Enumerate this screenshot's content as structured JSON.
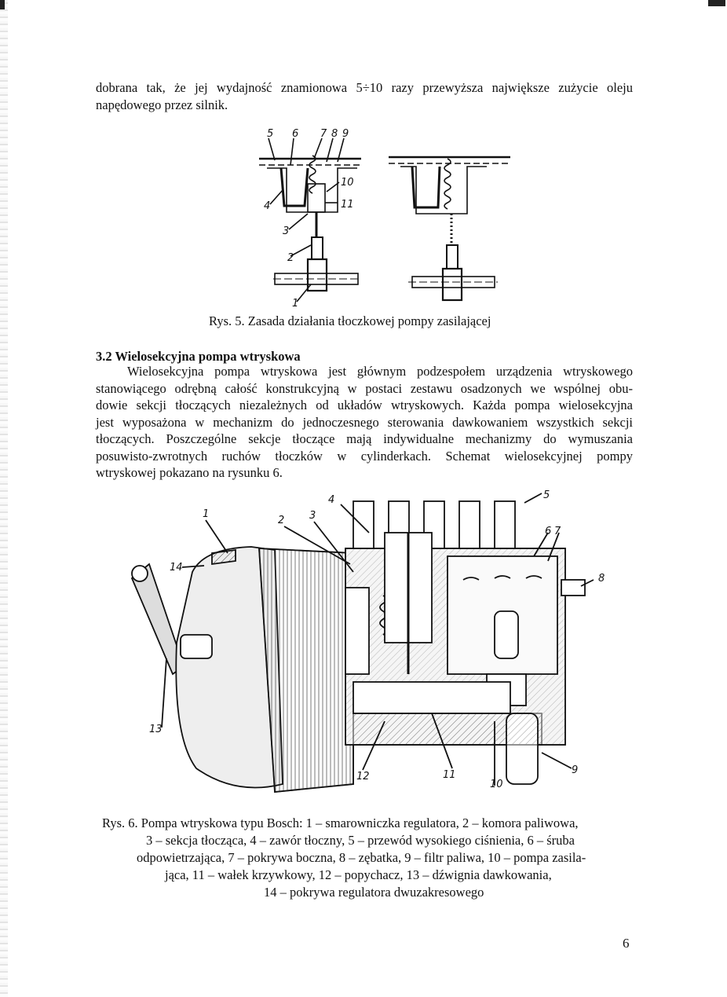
{
  "intro_lines": [
    "dobrana tak, że jej wydajność znamionowa 5÷10 razy przewyższa największe zużycie oleju",
    "napędowego przez silnik."
  ],
  "figure5": {
    "labels": [
      "5",
      "6",
      "7",
      "8",
      "9",
      "10",
      "11",
      "4",
      "3",
      "2",
      "1"
    ],
    "caption": "Rys. 5. Zasada działania tłoczkowej pompy zasilającej"
  },
  "section": {
    "heading": "3.2 Wielosekcyjna pompa wtryskowa",
    "lines": [
      "Wielosekcyjna pompa wtryskowa jest głównym podzespołem urządzenia wtryskowego",
      "stanowiącego odrębną całość konstrukcyjną w postaci zestawu osadzonych we wspólnej obu-",
      "dowie sekcji tłoczących niezależnych od układów wtryskowych. Każda pompa wielosekcyjna",
      "jest wyposażona w mechanizm do jednoczesnego sterowania dawkowaniem wszystkich sekcji",
      "tłoczących. Poszczególne sekcje tłoczące mają indywidualne mechanizmy do wymuszania",
      "posuwisto-zwrotnych ruchów tłoczków w cylinderkach. Schemat wielosekcyjnej pompy",
      "wtryskowej pokazano na rysunku 6."
    ]
  },
  "figure6": {
    "labels": [
      "1",
      "2",
      "3",
      "4",
      "5",
      "6",
      "7",
      "8",
      "9",
      "10",
      "11",
      "12",
      "13",
      "14"
    ],
    "caption_lines": [
      "Rys. 6. Pompa wtryskowa typu Bosch: 1 – smarowniczka regulatora, 2 – komora paliwowa,",
      "3 – sekcja tłocząca, 4 – zawór tłoczny, 5 – przewód wysokiego ciśnienia, 6 – śruba",
      "odpowietrzająca, 7 – pokrywa boczna, 8 – zębatka, 9 – filtr paliwa, 10 – pompa zasila-",
      "jąca, 11 – wałek krzywkowy, 12 – popychacz, 13 – dźwignia dawkowania,",
      "14 – pokrywa regulatora dwuzakresowego"
    ]
  },
  "page_number": "6"
}
